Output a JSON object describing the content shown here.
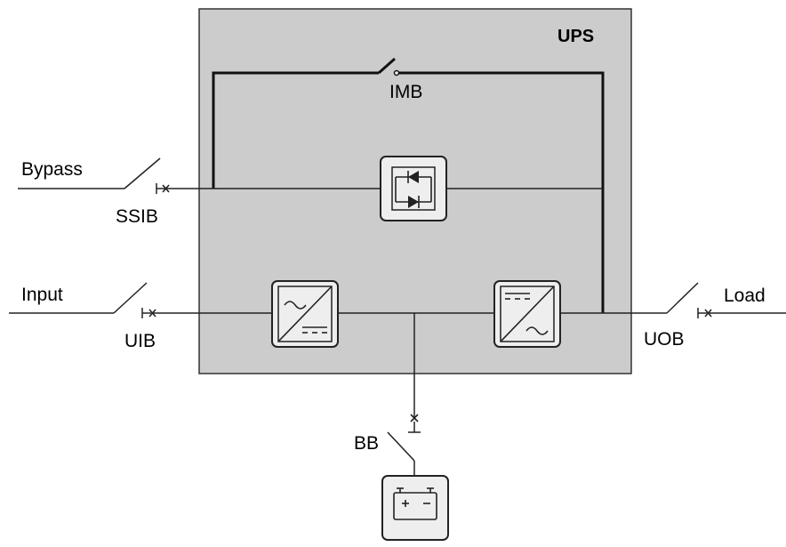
{
  "diagram": {
    "title": "UPS",
    "labels": {
      "bypass": "Bypass",
      "ssib": "SSIB",
      "imb": "IMB",
      "input": "Input",
      "uib": "UIB",
      "load": "Load",
      "uob": "UOB",
      "bb": "BB"
    },
    "colors": {
      "ups_fill": "#cccccc",
      "line": "#222222",
      "component_fill": "#eeeeee"
    },
    "icons": [
      "static-switch-icon",
      "rectifier-icon",
      "inverter-icon",
      "battery-icon",
      "breaker-icon"
    ]
  }
}
